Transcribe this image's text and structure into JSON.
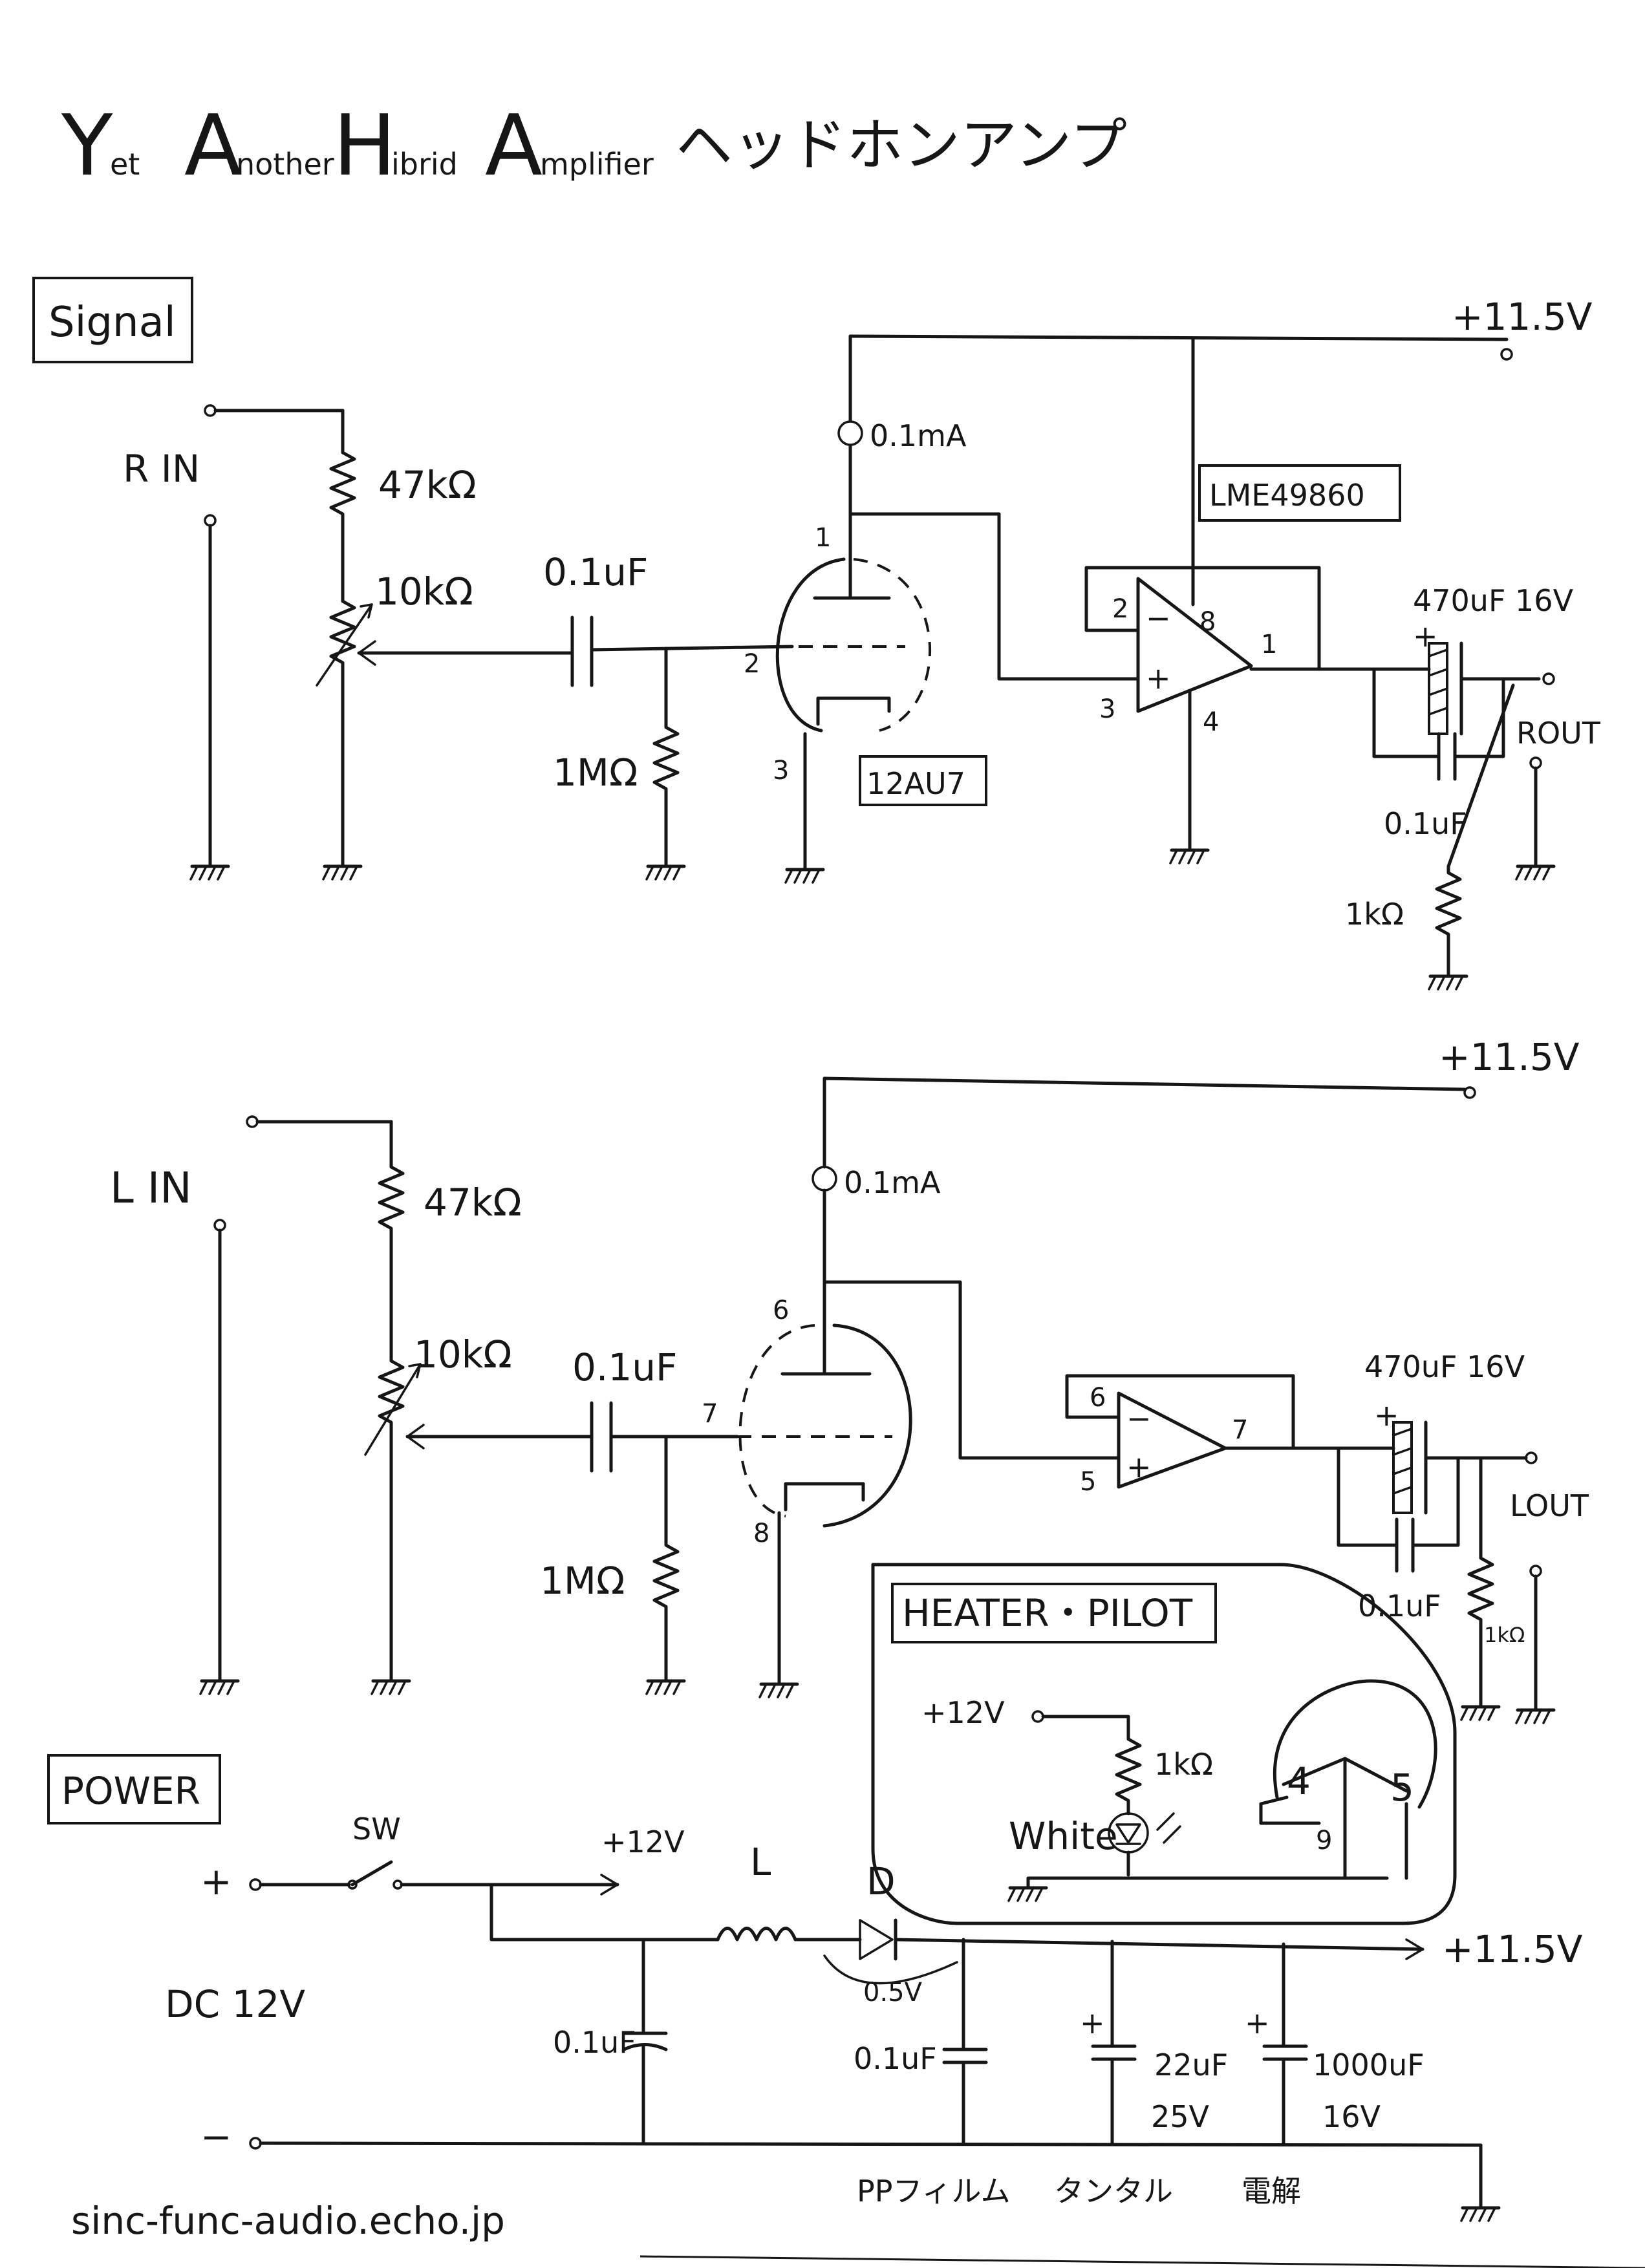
{
  "title": {
    "y_letter": "Y",
    "y_rest": "et",
    "a1_letter": "A",
    "a1_rest": "nother",
    "h_letter": "H",
    "h_rest": "ibrid",
    "a2_letter": "A",
    "a2_rest": "mplifier",
    "jp": "ヘッドホンアンプ"
  },
  "sections": {
    "signal": "Signal",
    "power": "POWER",
    "heater": "HEATER・PILOT"
  },
  "right_channel": {
    "input": "R IN",
    "r_in": "47kΩ",
    "pot": "10kΩ",
    "cap": "0.1uF",
    "r_grid": "1MΩ",
    "ccs": "0.1mA",
    "tube": "12AU7",
    "tube_pins": [
      "1",
      "2",
      "3"
    ],
    "opamp": "LME49860",
    "opamp_pins": [
      "2",
      "3",
      "8",
      "4",
      "1"
    ],
    "c_out": "470uF 16V",
    "c_out_bypass": "0.1uF",
    "r_load": "1kΩ",
    "output": "ROUT",
    "supply": "+11.5V"
  },
  "left_channel": {
    "input": "L IN",
    "r_in": "47kΩ",
    "pot": "10kΩ",
    "cap": "0.1uF",
    "r_grid": "1MΩ",
    "ccs": "0.1mA",
    "tube_pins": [
      "6",
      "7",
      "8"
    ],
    "opamp_pins": [
      "6",
      "5",
      "7"
    ],
    "c_out": "470uF 16V",
    "c_out_bypass": "0.1uF",
    "r_load": "1kΩ",
    "output": "LOUT",
    "supply": "+11.5V"
  },
  "heater": {
    "supply": "+12V",
    "resistor": "1kΩ",
    "led": "White",
    "pins": [
      "4",
      "5",
      "9"
    ]
  },
  "power": {
    "plus_terminal": "+",
    "minus_terminal": "−",
    "source": "DC 12V",
    "switch": "SW",
    "rail_12": "+12V",
    "inductor": "L",
    "diode": "D",
    "diode_drop": "0.5V",
    "c1": "0.1uF",
    "c2": "0.1uF",
    "c3": "22uF",
    "c3_voltage": "25V",
    "c4": "1000uF",
    "c4_voltage": "16V",
    "out_rail": "+11.5V",
    "note_pp": "PPフィルム",
    "note_tantalum": "タンタル",
    "note_electrolytic": "電解"
  },
  "footer": "sinc-func-audio.echo.jp"
}
